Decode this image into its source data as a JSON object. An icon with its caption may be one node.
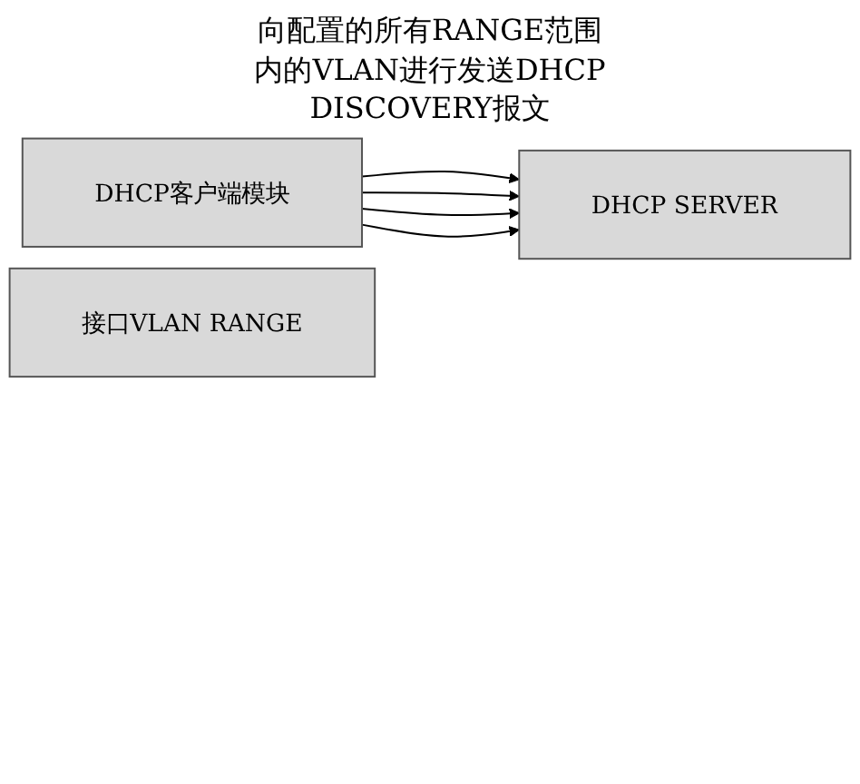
{
  "diagram": {
    "nodes": [
      {
        "text": [
          "DHCP客户端模块"
        ]
      },
      {
        "text": [
          "DHCP SERVER"
        ]
      },
      {
        "text": [
          "接口VLAN RANGE"
        ]
      }
    ],
    "edges": [
      {
        "from": 0,
        "to": 1,
        "arrow": "to"
      },
      {
        "from": 0,
        "to": 1,
        "arrow": "to"
      },
      {
        "from": 0,
        "to": 1,
        "arrow": "to"
      },
      {
        "from": 0,
        "to": 1,
        "arrow": "to"
      }
    ],
    "labels": [
      "向配置的所有RANGE范围内的VLAN进行发送DHCP DISCOVERY报文"
    ]
  }
}
